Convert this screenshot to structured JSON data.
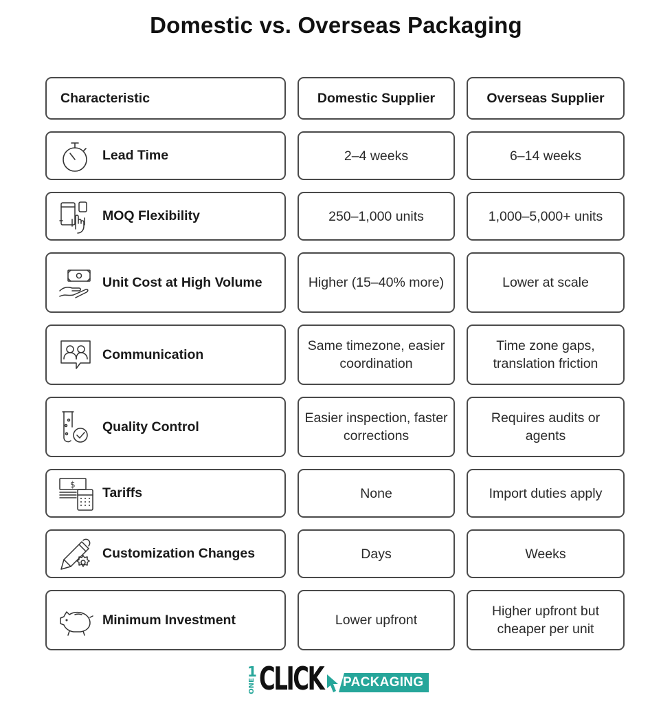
{
  "title": "Domestic vs. Overseas Packaging",
  "table": {
    "headers": [
      "Characteristic",
      "Domestic Supplier",
      "Overseas Supplier"
    ],
    "rows": [
      {
        "icon": "stopwatch-icon",
        "label": "Lead Time",
        "domestic": "2–4 weeks",
        "overseas": "6–14 weeks"
      },
      {
        "icon": "touch-devices-icon",
        "label": "MOQ Flexibility",
        "domestic": "250–1,000 units",
        "overseas": "1,000–5,000+ units"
      },
      {
        "icon": "money-hand-icon",
        "label": "Unit Cost at High Volume",
        "domestic": "Higher (15–40% more)",
        "overseas": "Lower at scale"
      },
      {
        "icon": "chat-people-icon",
        "label": "Communication",
        "domestic": "Same timezone, easier coordination",
        "overseas": "Time zone gaps, translation friction"
      },
      {
        "icon": "test-tube-check-icon",
        "label": "Quality Control",
        "domestic": "Easier inspection, faster corrections",
        "overseas": "Requires audits or agents"
      },
      {
        "icon": "cash-calculator-icon",
        "label": "Tariffs",
        "domestic": "None",
        "overseas": "Import duties apply"
      },
      {
        "icon": "pencil-gear-icon",
        "label": "Customization Changes",
        "domestic": "Days",
        "overseas": "Weeks"
      },
      {
        "icon": "piggy-bank-icon",
        "label": "Minimum Investment",
        "domestic": "Lower upfront",
        "overseas": "Higher upfront but cheaper per unit"
      }
    ]
  },
  "logo": {
    "one_digit": "1",
    "one_text": "ONE",
    "click_text": "CLICK",
    "packaging_text": "PACKAGING",
    "accent_color": "#26a69a"
  }
}
